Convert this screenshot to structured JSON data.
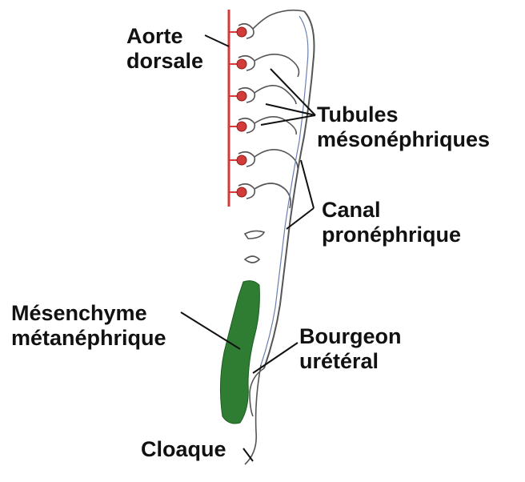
{
  "labels": {
    "aorte": [
      "Aorte",
      "dorsale"
    ],
    "tubules": [
      "Tubules",
      "mésonéphriques"
    ],
    "canal": [
      "Canal",
      "pronéphrique"
    ],
    "mesenchyme": [
      "Mésenchyme",
      "métanéphrique"
    ],
    "bourgeon": [
      "Bourgeon",
      "urétéral"
    ],
    "cloaque": "Cloaque"
  },
  "colors": {
    "aorta": "#d33b3b",
    "glomerulus": "#d33b3b",
    "duct": "#6a7fb0",
    "outline": "#555555",
    "mesenchyme": "#2e7d32",
    "leader": "#111111"
  }
}
